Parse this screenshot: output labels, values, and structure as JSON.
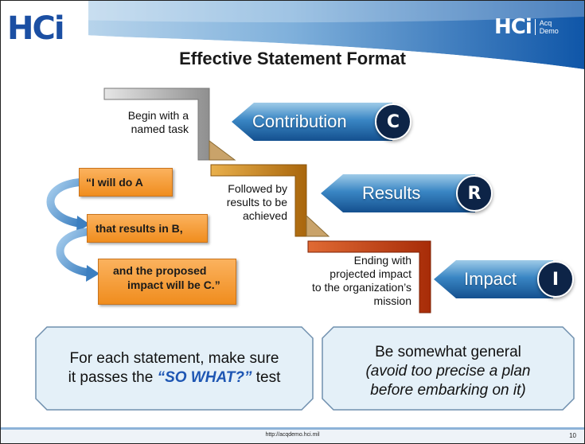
{
  "logos": {
    "left": "HCi",
    "right_hci": "HCi",
    "right_acq_top": "Acq",
    "right_acq_bottom": "Demo"
  },
  "title": "Effective Statement Format",
  "steps": [
    {
      "text_lines": [
        "Begin with a",
        "named task"
      ],
      "label": "Contribution",
      "letter": "C",
      "color": "#a9a9a9"
    },
    {
      "text_lines": [
        "Followed by",
        "results to be",
        "achieved"
      ],
      "label": "Results",
      "letter": "R",
      "color": "#c77f14"
    },
    {
      "text_lines": [
        "Ending with",
        "projected impact",
        "to the organization’s",
        "mission"
      ],
      "label": "Impact",
      "letter": "I",
      "color": "#c23c10"
    }
  ],
  "example_boxes": [
    {
      "lines": [
        "“I will do A"
      ]
    },
    {
      "lines": [
        "that results in B,"
      ]
    },
    {
      "lines": [
        "and the proposed",
        "impact will be C.”"
      ]
    }
  ],
  "bottom_left": {
    "prefix_line1": "For each statement, make sure",
    "prefix_line2": "it passes the ",
    "highlight": "“SO WHAT?”",
    "suffix": " test"
  },
  "bottom_right": {
    "line1": "Be somewhat general",
    "line2": "(avoid too precise a plan",
    "line3": "before embarking on it)"
  },
  "footer": {
    "url": "http://acqdemo.hci.mil",
    "page": "10"
  },
  "colors": {
    "accent_blue": "#1b4fa3",
    "navy": "#0d2447",
    "orange": "#f08d1e",
    "light_blue": "#e4f0f8"
  }
}
